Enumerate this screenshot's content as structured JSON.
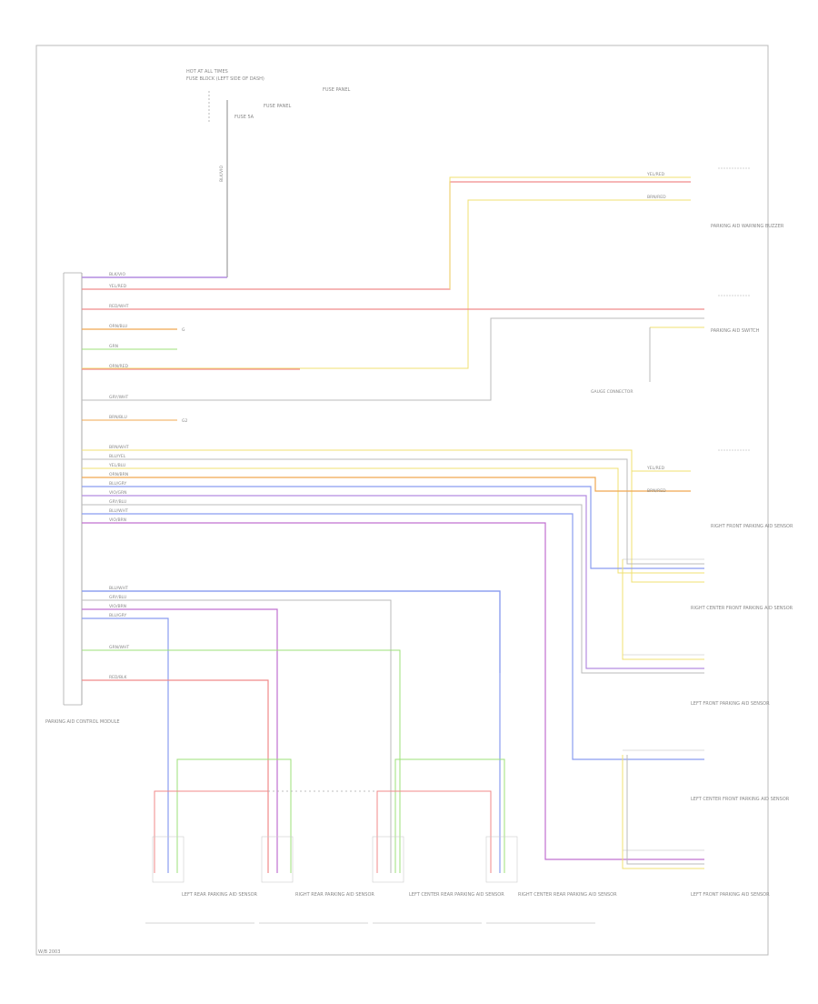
{
  "colors": {
    "violet_white": "#b48ce0",
    "yellow_red": "#f0e070",
    "red_white": "#f08a8a",
    "orange": "#f0a850",
    "brown": "#c09070",
    "gray_white": "#bbbbbb",
    "blue_yellow": "#8a9cf0",
    "green_white": "#9ce07a",
    "purple": "#c070d0",
    "black": "#888888"
  },
  "labels": {
    "hot_at_all_times": "HOT AT ALL TIMES",
    "fuse_ref": "FUSE 5A",
    "fuse_block": "FUSE BLOCK (LEFT SIDE OF DASH)",
    "fuse_panel_l": "FUSE PANEL",
    "fuse_panel_r": "FUSE PANEL",
    "module_name": "PARKING AID CONTROL MODULE",
    "gauge_text": "GAUGE CONNECTOR",
    "gnd_g": "G",
    "gnd_g2": "G2",
    "sensor_left_rear": "LEFT REAR PARKING AID SENSOR",
    "sensor_right_rear": "RIGHT REAR PARKING AID SENSOR",
    "sensor_center_left": "LEFT CENTER REAR PARKING AID SENSOR",
    "sensor_center_right": "RIGHT CENTER REAR PARKING AID SENSOR",
    "front_right_sensor": "RIGHT FRONT PARKING AID SENSOR",
    "front_left_sensor": "LEFT FRONT PARKING AID SENSOR",
    "front_center_r": "RIGHT CENTER FRONT PARKING AID SENSOR",
    "front_center_l": "LEFT CENTER FRONT PARKING AID SENSOR",
    "warning_buzzer": "PARKING AID WARNING BUZZER",
    "switch": "PARKING AID SWITCH",
    "footer": "W/B 2003"
  }
}
